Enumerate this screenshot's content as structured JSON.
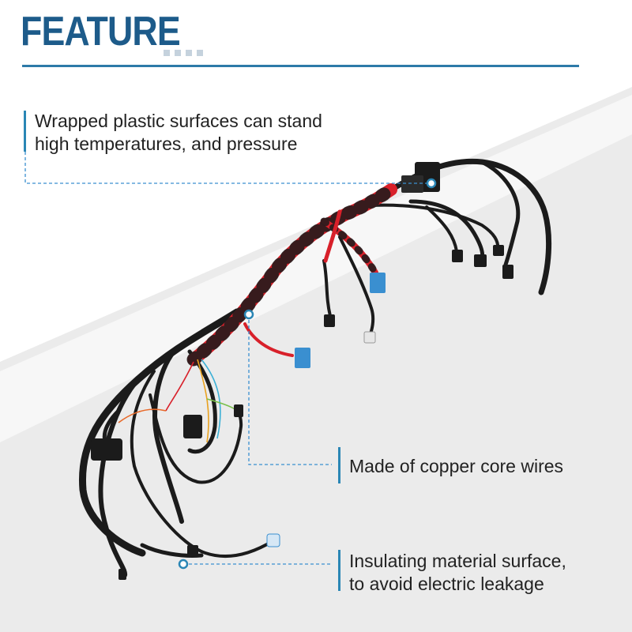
{
  "header": {
    "title": "FEATURE",
    "title_color": "#1d5b8a",
    "accent_color": "#2a86b5"
  },
  "callouts": [
    {
      "lines": [
        "Wrapped plastic surfaces can stand",
        "high temperatures, and pressure"
      ]
    },
    {
      "lines": [
        "Made of copper core wires"
      ]
    },
    {
      "lines": [
        "Insulating material surface,",
        "to avoid electric leakage"
      ]
    }
  ],
  "product": {
    "icon": "wiring-harness-photo",
    "wire_color": "#1b1b1b",
    "sleeve_color": "#d8202a",
    "connector_color": "#3a8fd0"
  }
}
